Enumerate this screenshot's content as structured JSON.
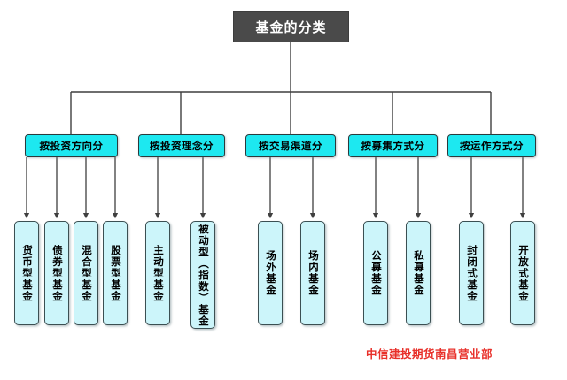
{
  "diagram": {
    "title": "基金的分类",
    "colors": {
      "root_fill": "#4a4a4a",
      "root_text": "#ffffff",
      "category_fill": "#1de8f0",
      "leaf_fill": "#ccf5fa",
      "edge": "#3f3f3f",
      "footer_text": "#e8302a"
    },
    "categories": [
      {
        "label": "按投资方向分",
        "leaves": [
          "货币型基金",
          "债券型基金",
          "混合型基金",
          "股票型基金"
        ]
      },
      {
        "label": "按投资理念分",
        "leaves": [
          "主动型基金",
          "被动型（指数）基金"
        ]
      },
      {
        "label": "按交易渠道分",
        "leaves": [
          "场外基金",
          "场内基金"
        ]
      },
      {
        "label": "按募集方式分",
        "leaves": [
          "公募基金",
          "私募基金"
        ]
      },
      {
        "label": "按运作方式分",
        "leaves": [
          "封闭式基金",
          "开放式基金"
        ]
      }
    ]
  },
  "footer": {
    "text": "中信建投期货南昌营业部"
  }
}
